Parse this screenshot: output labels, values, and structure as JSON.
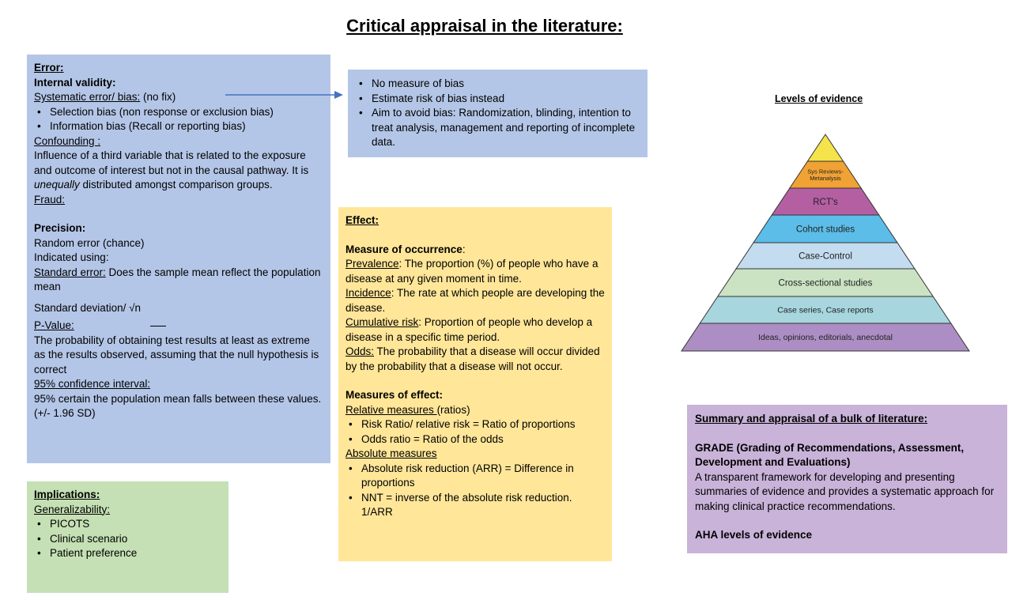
{
  "title": "Critical appraisal in the literature:",
  "error_box": {
    "heading": "Error:",
    "internal_validity": "Internal validity:",
    "systematic_label": "Systematic error/ bias:",
    "systematic_note": " (no fix)",
    "bias_items": [
      "Selection bias (non response or exclusion bias)",
      "Information bias (Recall or reporting bias)"
    ],
    "confounding_label": "Confounding :",
    "confounding_text_1": "Influence of a third variable that is related to the exposure and outcome of interest but not in the causal pathway. It is ",
    "confounding_em": "unequally",
    "confounding_text_2": " distributed amongst comparison groups.",
    "fraud_label": "Fraud:",
    "precision_label": "Precision:",
    "random_error": "Random error (chance)",
    "indicated_using": "Indicated using:",
    "standard_error_label": "Standard error:",
    "standard_error_text": " Does the sample mean reflect the population mean",
    "standard_deviation": "Standard deviation/ √n",
    "pvalue_label": "P-Value:",
    "pvalue_text": "The probability of obtaining test results at least as extreme as the results observed, assuming that the null hypothesis is correct",
    "ci_label": "95% confidence interval:",
    "ci_text": "95% certain the population mean falls between these values. (+/- 1.96 SD)"
  },
  "bias_box": {
    "items": [
      "No measure of bias",
      "Estimate risk of bias instead",
      "Aim to avoid bias: Randomization, blinding, intention to treat analysis, management and reporting of incomplete data."
    ]
  },
  "effect_box": {
    "heading": "Effect:",
    "occurrence_label": "Measure of occurrence",
    "occurrence_colon": ":",
    "prevalence_label": "Prevalence",
    "prevalence_text": ": The proportion (%) of people who have a disease at any given moment in time.",
    "incidence_label": "Incidence",
    "incidence_text": ": The rate at which people are developing the disease.",
    "cumulative_label": "Cumulative risk",
    "cumulative_text": ": Proportion of people who develop a disease in a specific time period.",
    "odds_label": "Odds:",
    "odds_text": " The probability that a disease will occur divided by the probability that a disease will not occur.",
    "effect_label": "Measures of effect:",
    "relative_label": "Relative measures ",
    "relative_note": "(ratios)",
    "relative_items": [
      "Risk Ratio/ relative risk = Ratio of proportions",
      "Odds ratio = Ratio of the odds"
    ],
    "absolute_label": "Absolute measures",
    "absolute_items": [
      "Absolute risk reduction (ARR) = Difference in proportions",
      "NNT = inverse of the absolute risk reduction. 1/ARR"
    ]
  },
  "implications_box": {
    "heading": "Implications:",
    "generalizability_label": "Generalizability:",
    "items": [
      "PICOTS",
      "Clinical scenario",
      "Patient preference"
    ]
  },
  "summary_box": {
    "heading": "Summary and appraisal of a bulk of literature:",
    "grade_label": "GRADE (Grading of Recommendations, Assessment, Development and Evaluations)",
    "grade_text": "A transparent framework for developing and presenting summaries of evidence and provides a systematic approach for making clinical practice recommendations.",
    "aha_label": "AHA levels of evidence"
  },
  "pyramid": {
    "title": "Levels of evidence",
    "levels": [
      {
        "label": "",
        "color": "#f4e34a"
      },
      {
        "label": "Sys Reviews-\nMetanalysis",
        "color": "#f0a234"
      },
      {
        "label": "RCT's",
        "color": "#b55fa3"
      },
      {
        "label": "Cohort studies",
        "color": "#5bbde8"
      },
      {
        "label": "Case-Control",
        "color": "#c4dcf0"
      },
      {
        "label": "Cross-sectional studies",
        "color": "#cbe3c3"
      },
      {
        "label": "Case series, Case reports",
        "color": "#a7d6de"
      },
      {
        "label": "Ideas, opinions, editorials, anecdotal",
        "color": "#ad8ec4"
      }
    ]
  },
  "colors": {
    "blue_box": "#b4c6e7",
    "yellow_box": "#ffe699",
    "green_box": "#c5e0b4",
    "purple_box": "#c9b3d9",
    "arrow": "#4472c4"
  }
}
